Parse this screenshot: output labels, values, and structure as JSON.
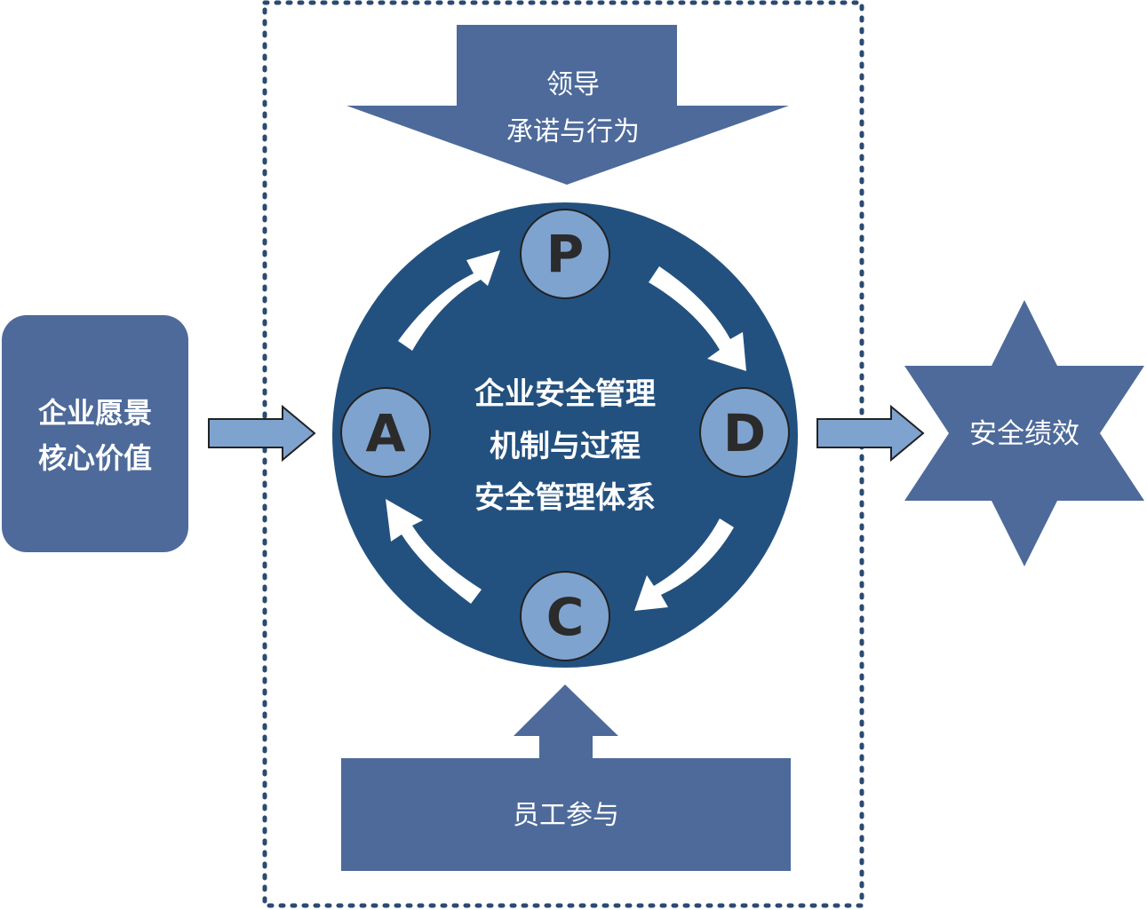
{
  "left_box": {
    "line1": "企业愿景",
    "line2": "核心价值"
  },
  "top_arrow": {
    "line1": "领导",
    "line2": "承诺与行为"
  },
  "center": {
    "line1": "企业安全管理",
    "line2": "机制与过程",
    "line3": "安全管理体系"
  },
  "pdca": {
    "p": "P",
    "d": "D",
    "c": "C",
    "a": "A"
  },
  "right_star": {
    "label": "安全绩效"
  },
  "bottom_box": {
    "label": "员工参与"
  },
  "colors": {
    "box": "#4d6a9a",
    "circle": "#23517f",
    "node": "#7ea3cf",
    "small_arrow": "#7ea3cf",
    "border_dots": "#2b4a73"
  }
}
